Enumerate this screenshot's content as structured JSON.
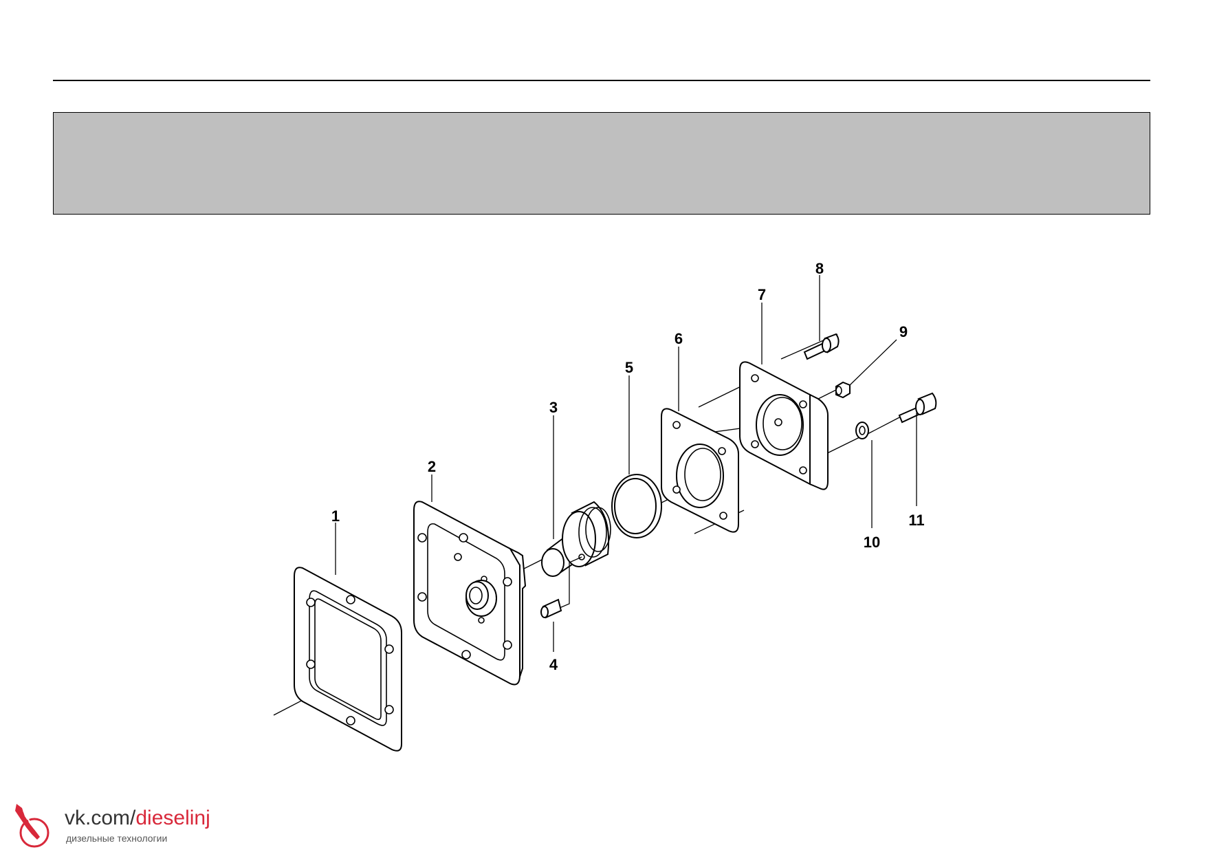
{
  "callouts": [
    {
      "label": "1"
    },
    {
      "label": "2"
    },
    {
      "label": "3"
    },
    {
      "label": "4"
    },
    {
      "label": "5"
    },
    {
      "label": "6"
    },
    {
      "label": "7"
    },
    {
      "label": "8"
    },
    {
      "label": "9"
    },
    {
      "label": "10"
    },
    {
      "label": "11"
    }
  ],
  "watermark": {
    "host": "vk.com/",
    "path": "dieselinj",
    "tagline": "дизельные технологии",
    "accent_color": "#d8283a",
    "icon": "injector-logo-icon"
  }
}
